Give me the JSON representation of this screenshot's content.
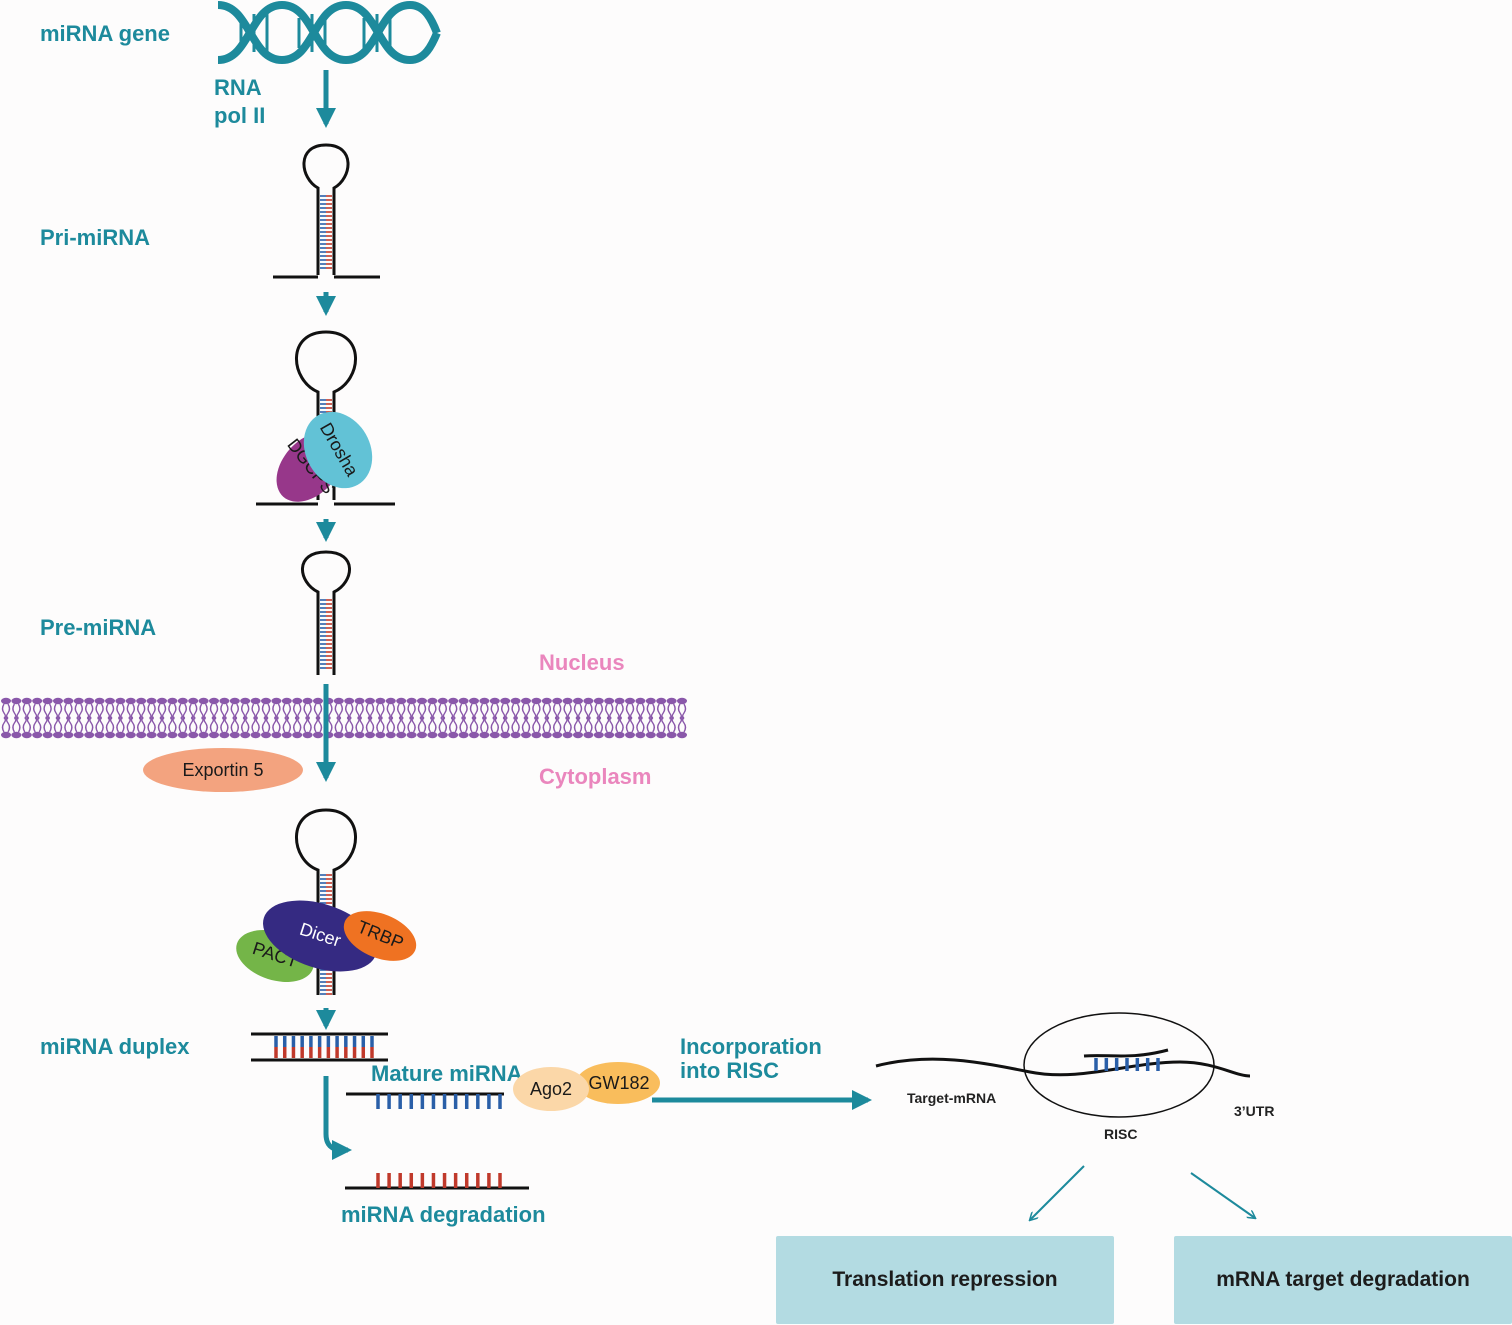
{
  "stages": {
    "mirna_gene": "miRNA gene",
    "rna_pol": [
      "RNA",
      "pol II"
    ],
    "pri_mirna": "Pri-miRNA",
    "pre_mirna": "Pre-miRNA",
    "mirna_duplex": "miRNA duplex",
    "mature_mirna": "Mature miRNA",
    "mirna_degradation": "miRNA degradation",
    "incorporation": [
      "Incorporation",
      "into RISC"
    ]
  },
  "compartments": {
    "nucleus": "Nucleus",
    "cytoplasm": "Cytoplasm"
  },
  "proteins": {
    "drosha": "Drosha",
    "dgcr8": "DGCPS",
    "exportin5": "Exportin 5",
    "dicer": "Dicer",
    "trbp": "TRBP",
    "pact": "PACT",
    "ago2": "Ago2",
    "gw182": "GW182"
  },
  "risc": {
    "target_mrna": "Target-mRNA",
    "utr": "3’UTR",
    "risc_label": "RISC"
  },
  "outcomes": {
    "translation_repression": "Translation repression",
    "mrna_degradation": "mRNA target degradation"
  },
  "colors": {
    "teal": "#1d8a9c",
    "pink_label": "#ea86bd",
    "membrane": "#8a58aa",
    "drosha": "#62c2d6",
    "dgcr8": "#97378a",
    "exportin": "#f3a37f",
    "dicer": "#352a82",
    "trbp": "#ef7222",
    "pact": "#74b548",
    "ago2": "#fbd7a8",
    "gw182": "#f9bd5c",
    "outcome_box": "#b3dbe2",
    "base_red": "#c0392b",
    "base_blue": "#2a5fa8"
  }
}
